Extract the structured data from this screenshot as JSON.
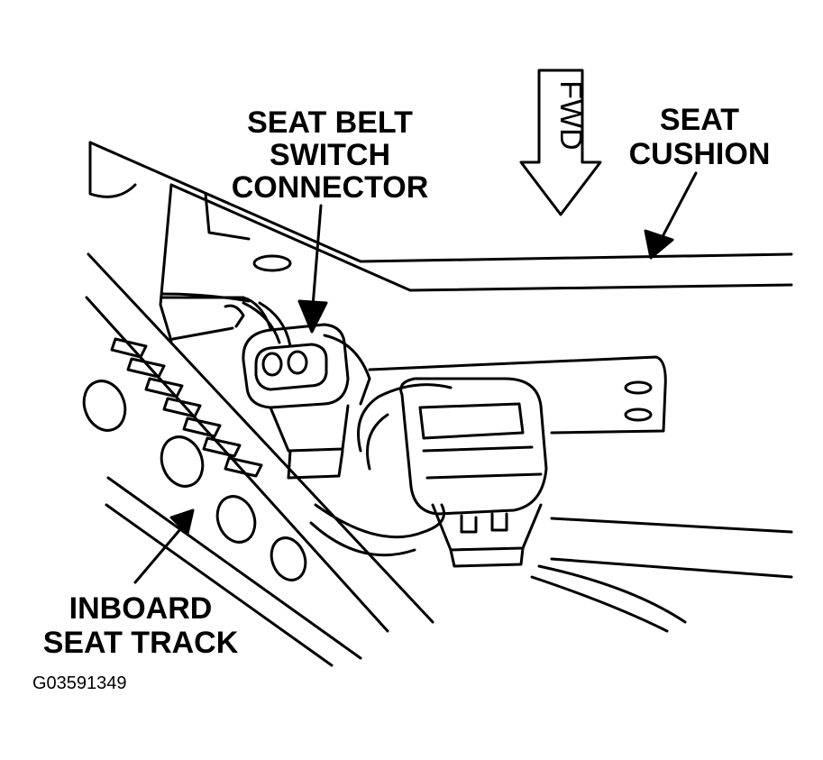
{
  "labels": {
    "connector_line1": "SEAT BELT",
    "connector_line2": "SWITCH",
    "connector_line3": "CONNECTOR",
    "cushion_line1": "SEAT",
    "cushion_line2": "CUSHION",
    "track_line1": "INBOARD",
    "track_line2": "SEAT TRACK",
    "fwd": "FWD",
    "figure_id": "G03591349"
  },
  "colors": {
    "ink": "#000000",
    "paper": "#ffffff"
  }
}
